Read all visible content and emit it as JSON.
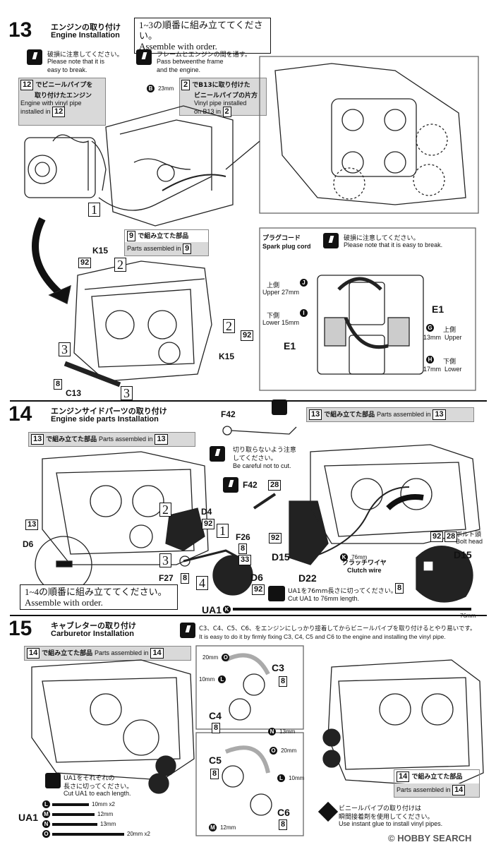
{
  "step13": {
    "number": "13",
    "title_jp": "エンジンの取り付け",
    "title_en": "Engine Installation",
    "order_jp": "1~3の順番に組み立ててください。",
    "order_en": "Assemble with order.",
    "warn1_jp": "破損に注意してください。",
    "warn1_en1": "Please note that it is",
    "warn1_en2": "easy to break.",
    "warn2_jp": "フレームとエンジンの間を通す。",
    "warn2_en1": "Pass betweenthe frame",
    "warn2_en2": "and the engine.",
    "b23": "B",
    "b23_len": "23mm",
    "pipe_num": "2",
    "pipe_jp1": "でB13に取り付けた",
    "pipe_jp2": "ビニールパイプの片方",
    "pipe_en1": "Vinyl pipe installed",
    "pipe_en2": "on B13 in",
    "pipe_en_num": "2",
    "eng_num": "12",
    "eng_jp1": "でビニールパイプを",
    "eng_jp2": "取り付けたエンジン",
    "eng_en1": "Engine with vinyl pipe",
    "eng_en2": "installed in",
    "eng_en_num": "12",
    "mark1": "1",
    "assembled_num": "9",
    "assembled_jp": "で組み立てた部品",
    "assembled_en": "Parts assembled in",
    "assembled_en_num": "9",
    "plug_jp": "プラグコード",
    "plug_en": "Spark plug cord",
    "warn3_jp": "破損に注意してください。",
    "warn3_en": "Please note that it is easy to break.",
    "upper_jp": "上側",
    "upper_en": "Upper 27mm",
    "lower_jp": "下側",
    "lower_en": "Lower 15mm",
    "j": "J",
    "i": "I",
    "g": "G",
    "h": "H",
    "e1a": "E1",
    "e1b": "E1",
    "g_jp": "上側",
    "g_en": "13mm",
    "g_en2": "Upper",
    "h_jp": "下側",
    "h_en": "17mm",
    "h_en2": "Lower",
    "k15a": "K15",
    "k15b": "K15",
    "n92a": "92",
    "n92b": "92",
    "m2a": "2",
    "m2b": "2",
    "m3a": "3",
    "m3b": "3",
    "n8": "8",
    "c13": "C13"
  },
  "step14": {
    "number": "14",
    "title_jp": "エンジンサイドパーツの取り付け",
    "title_en": "Engine side parts Installation",
    "f42": "F42",
    "f42b": "F42",
    "n28": "28",
    "cut_jp": "切り取らないよう注意",
    "cut_jp2": "してください。",
    "cut_en": "Be careful not to cut.",
    "asm13a_jp": "で組み立てた部品",
    "asm13a_en": "Parts assembled in",
    "asm13a_num": "13",
    "asm13a_num2": "13",
    "asm13b_jp": "で組み立てた部品",
    "asm13b_en": "Parts assembled in",
    "asm13b_num": "13",
    "asm13b_num2": "13",
    "n13": "13",
    "d6a": "D6",
    "d6b": "D6",
    "d4": "D4",
    "d15a": "D15",
    "d15b": "D15",
    "d22": "D22",
    "f26": "F26",
    "f27": "F27",
    "n92_1": "92",
    "n92_2": "92",
    "n92_3": "92",
    "n92_4": "92",
    "n28b": "28",
    "n8_1": "8",
    "n8_2": "8",
    "n8_3": "8",
    "n33": "33",
    "m1": "1",
    "m2": "2",
    "m3": "3",
    "m4": "4",
    "bolt_jp": "ボルト頭",
    "bolt_en": "Bolt head",
    "k76": "K",
    "k76_len": "76mm",
    "clutch_jp": "クラッチワイヤ",
    "clutch_en": "Clutch wire",
    "order_jp": "1~4の順番に組み立ててください。",
    "order_en": "Assemble with order.",
    "ua1_jp": "UA1を76mm長さに切ってください。",
    "ua1_en": "Cut UA1 to 76mm length.",
    "ua1_label": "UA1",
    "ua1_k": "K",
    "ua1_len": "76mm"
  },
  "step15": {
    "number": "15",
    "title_jp": "キャブレターの取り付け",
    "title_en": "Carburetor Installation",
    "tip_jp": "C3、C4、C5、C6、をエンジンにしっかり接着してからビニールパイプを取り付けるとやり易いです。",
    "tip_en": "It is easy to do it by firmly fixing C3, C4, C5 and C6 to the engine and installing the vinyl pipe.",
    "asm14a_jp": "で組み立てた部品",
    "asm14a_en": "Parts assembled in",
    "asm14a_num": "14",
    "asm14a_num2": "14",
    "asm14b_jp": "で組み立てた部品",
    "asm14b_en": "Parts assembled in",
    "asm14b_num": "14",
    "asm14b_num2": "14",
    "c3": "C3",
    "c4": "C4",
    "c5": "C5",
    "c6": "C6",
    "n8a": "8",
    "n8b": "8",
    "n8c": "8",
    "n8d": "8",
    "o20a": "20mm",
    "o": "O",
    "l10a": "10mm",
    "l": "L",
    "n13": "13mm",
    "n": "N",
    "o20b": "20mm",
    "l10b": "10mm",
    "m12": "12mm",
    "m": "M",
    "cut_jp1": "UA1をそれぞれの",
    "cut_jp2": "長さに切ってください。",
    "cut_en": "Cut UA1 to each length.",
    "ua1": "UA1",
    "len_l": "10mm x2",
    "len_m": "12mm",
    "len_n": "13mm",
    "len_o": "20mm x2",
    "glue_jp": "ビニールパイプの取り付けは",
    "glue_jp2": "瞬間接着剤を使用してください。",
    "glue_en": "Use instant glue to install vinyl pipes."
  },
  "watermark": "© HOBBY SEARCH"
}
